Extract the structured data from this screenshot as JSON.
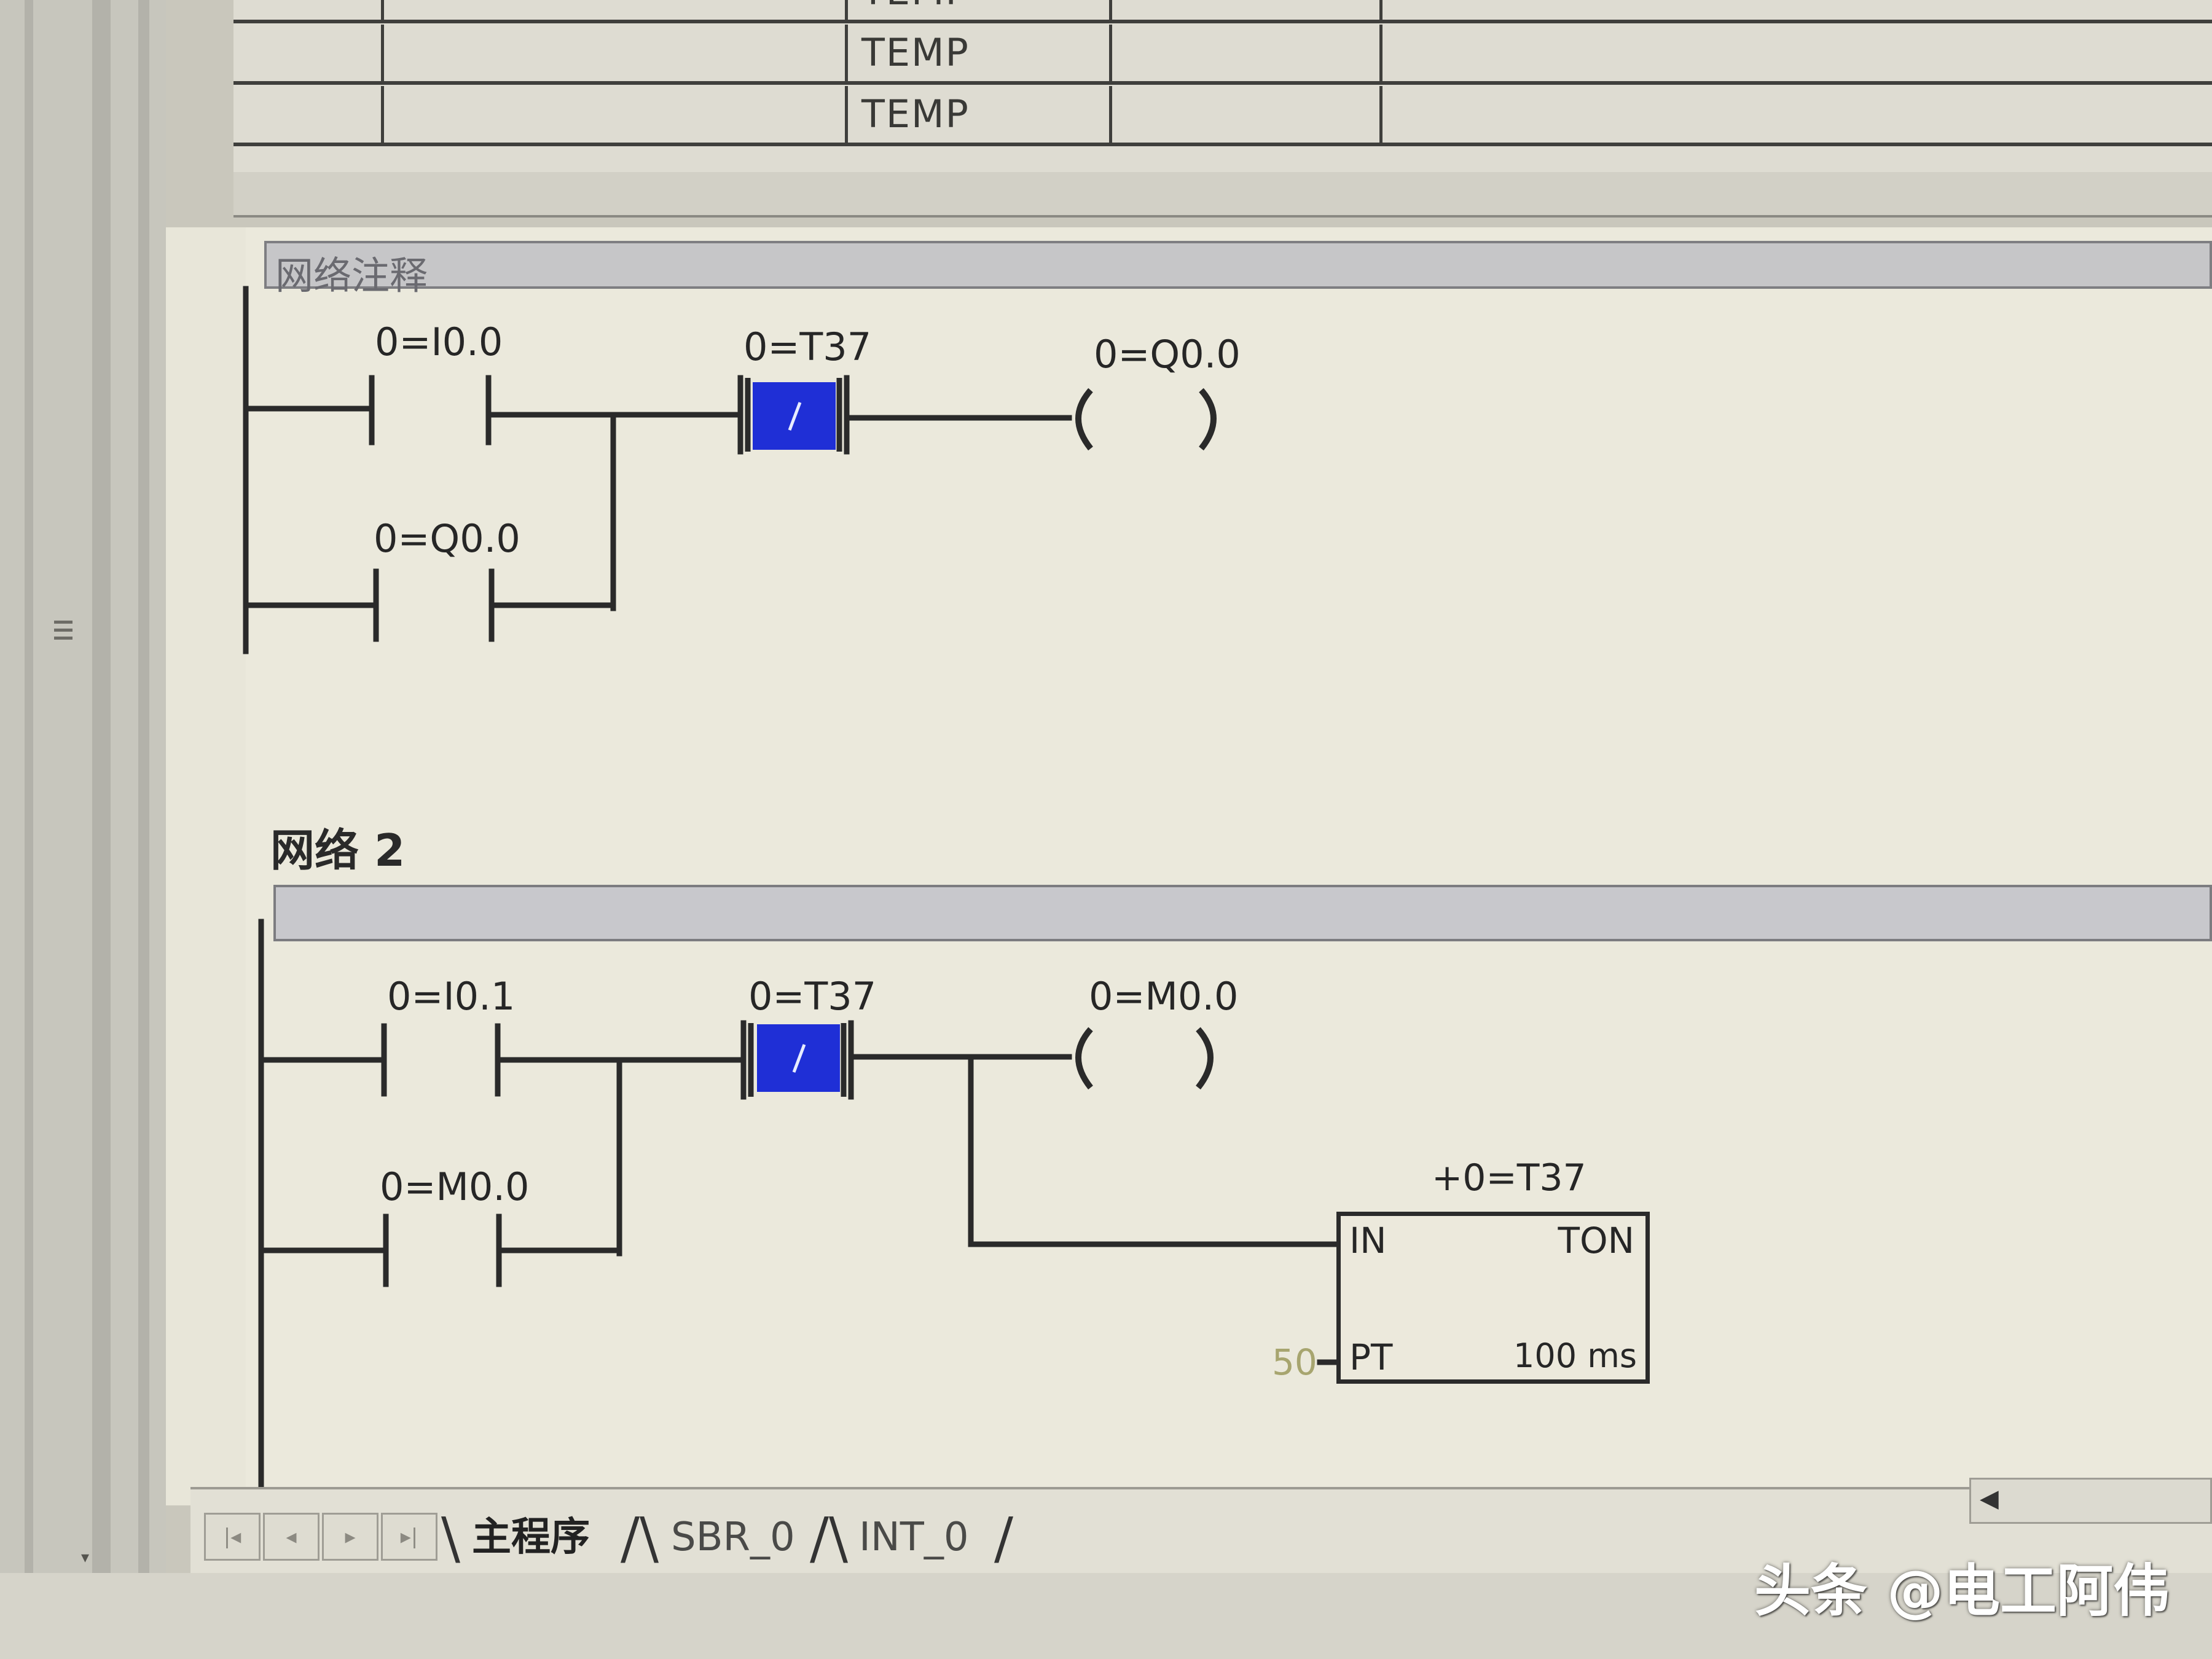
{
  "variable_table": {
    "rows": [
      {
        "type": "TEMP"
      },
      {
        "type": "TEMP"
      },
      {
        "type": "TEMP"
      }
    ]
  },
  "network1": {
    "comment_placeholder": "网络注释",
    "contacts": [
      {
        "operand": "0=I0.0",
        "kind": "normally-open"
      },
      {
        "operand": "0=Q0.0",
        "kind": "normally-open"
      },
      {
        "operand": "0=T37",
        "kind": "normally-closed",
        "selected": true
      }
    ],
    "coil": {
      "operand": "0=Q0.0"
    }
  },
  "network2": {
    "title": "网络 2",
    "contacts": [
      {
        "operand": "0=I0.1",
        "kind": "normally-open"
      },
      {
        "operand": "0=M0.0",
        "kind": "normally-open"
      },
      {
        "operand": "0=T37",
        "kind": "normally-closed",
        "selected": true
      }
    ],
    "coil": {
      "operand": "0=M0.0"
    },
    "timer": {
      "address": "+0=T37",
      "type": "TON",
      "in_pin": "IN",
      "pt_pin": "PT",
      "preset": "50",
      "resolution": "100 ms"
    }
  },
  "tabs": {
    "items": [
      {
        "label": "主程序",
        "active": true
      },
      {
        "label": "SBR_0",
        "active": false
      },
      {
        "label": "INT_0",
        "active": false
      }
    ],
    "nav_icons": [
      "first-icon",
      "prev-icon",
      "next-icon",
      "last-icon"
    ]
  },
  "watermark": "头条 @电工阿伟",
  "colors": {
    "selection": "#1f2fd6",
    "background": "#ebe9dc",
    "wire": "#2a2a2a"
  }
}
